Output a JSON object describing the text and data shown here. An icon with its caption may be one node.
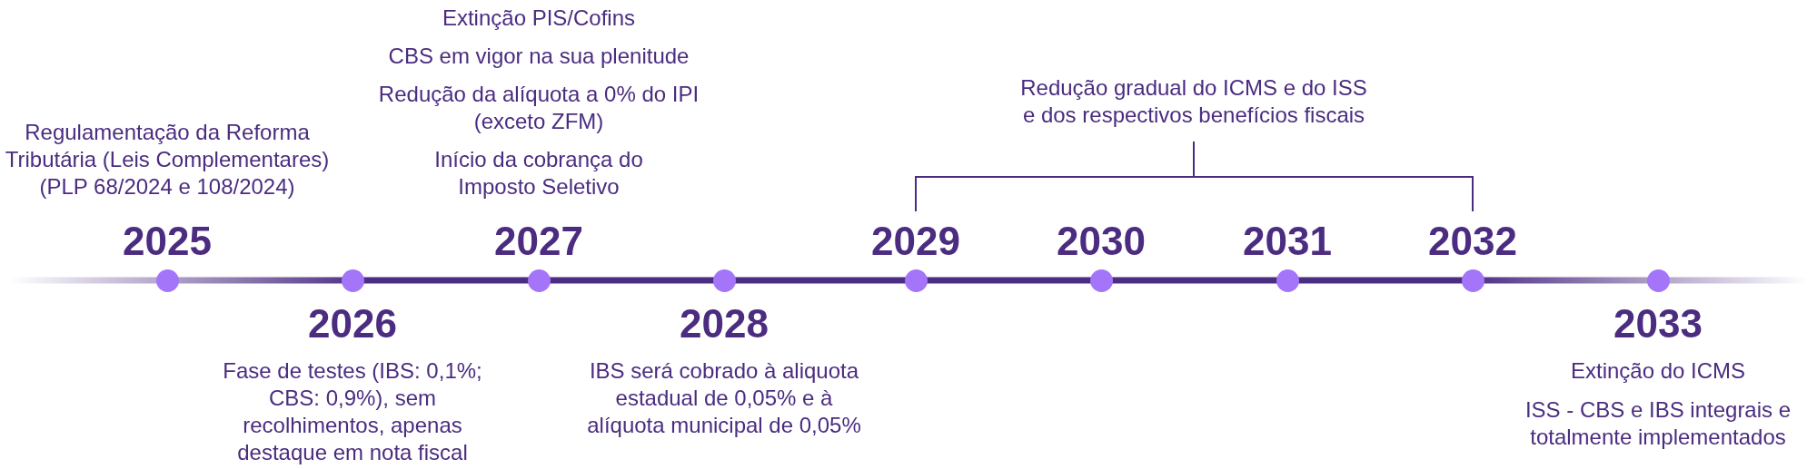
{
  "diagram": {
    "nodes": [
      {
        "text": [],
        "shape": "circle",
        "beside": [
          "2025",
          "Regulamentação da Reforma Tributária (Leis Complementares) (PLP 68/2024 e 108/2024)"
        ]
      },
      {
        "text": [],
        "shape": "circle",
        "beside": [
          "2026",
          "Fase de testes (IBS: 0,1%; CBS: 0,9%), sem recolhimentos, apenas destaque em nota fiscal"
        ]
      },
      {
        "text": [],
        "shape": "circle",
        "beside": [
          "2027",
          "Extinção PIS/Cofins",
          "CBS em vigor na sua plenitude",
          "Redução da alíquota a 0% do IPI (exceto ZFM)",
          "Início da cobrança do Imposto Seletivo"
        ]
      },
      {
        "text": [],
        "shape": "circle",
        "beside": [
          "2028",
          "IBS será cobrado à aliquota estadual de 0,05% e à alíquota municipal de 0,05%"
        ]
      },
      {
        "text": [],
        "shape": "circle",
        "beside": [
          "2029"
        ]
      },
      {
        "text": [],
        "shape": "circle",
        "beside": [
          "2030"
        ]
      },
      {
        "text": [],
        "shape": "circle",
        "beside": [
          "2031"
        ]
      },
      {
        "text": [],
        "shape": "circle",
        "beside": [
          "2032"
        ]
      },
      {
        "text": [],
        "shape": "circle",
        "beside": [
          "2033",
          "Extinção do ICMS",
          "ISS - CBS e IBS integrais e totalmente implementados"
        ]
      }
    ],
    "labels": [
      "Redução gradual do ICMS e do ISS e dos respectivos benefícios fiscais"
    ]
  }
}
